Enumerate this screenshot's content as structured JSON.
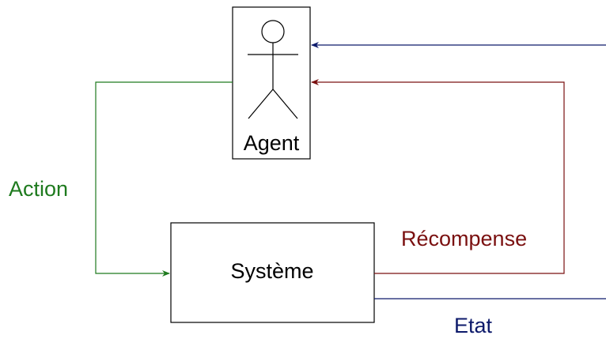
{
  "agent": {
    "label": "Agent"
  },
  "system": {
    "label": "Système"
  },
  "edges": {
    "action": {
      "label": "Action",
      "color": "#1e7a1e"
    },
    "reward": {
      "label": "Récompense",
      "color": "#7a1010"
    },
    "state": {
      "label": "Etat",
      "color": "#0d1a6b"
    }
  },
  "colors": {
    "box_stroke": "#000000",
    "background": "#ffffff"
  }
}
